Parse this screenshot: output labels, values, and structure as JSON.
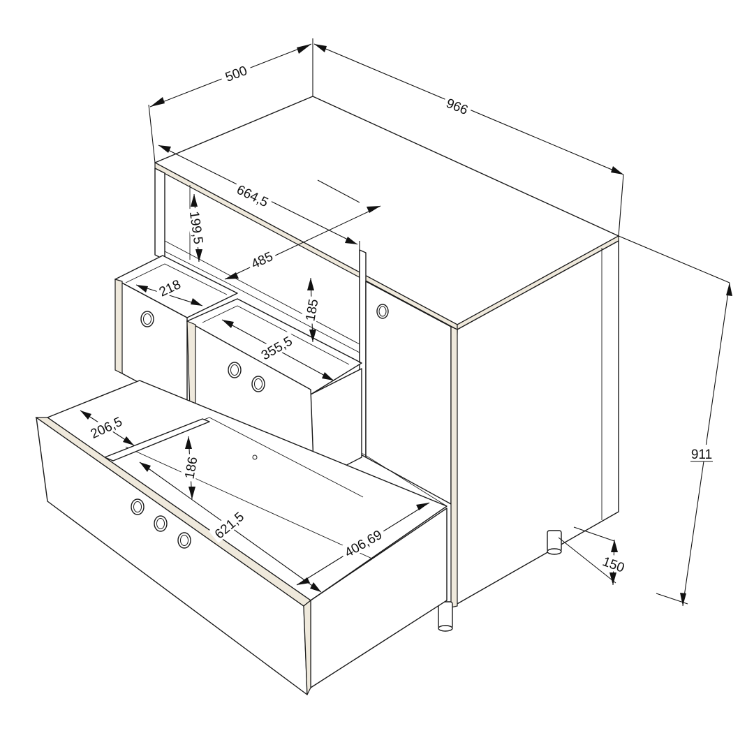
{
  "dimensions": {
    "depth": "500",
    "width": "966",
    "inner_width": "664,5",
    "shelf_height": "199,5",
    "inner_depth": "485",
    "small_drawer_depth": "218",
    "mid_drawer_height": "185",
    "mid_drawer_width": "355,5",
    "bottom_drawer_depth": "206,5",
    "bottom_drawer_height": "186",
    "bottom_drawer_width": "621,5",
    "bottom_drawer_inner": "406,69",
    "total_height": "911",
    "leg_height": "150"
  },
  "colors": {
    "line": "#1a1a1a",
    "edge_band": "#efe9dc",
    "background": "#ffffff"
  }
}
